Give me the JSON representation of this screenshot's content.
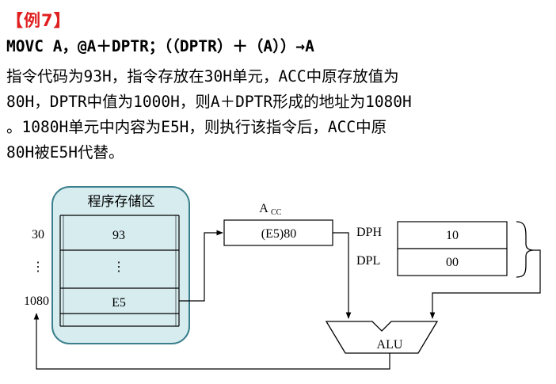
{
  "example": {
    "title": "【例7】"
  },
  "instruction": "MOVC  A，@A＋DPTR；（（DPTR）＋（A））→A",
  "explanation_lines": [
    "指令代码为93H，指令存放在30H单元，ACC中原存放值为",
    "80H，DPTR中值为1000H，则A＋DPTR形成的地址为1080H",
    "。1080H单元中内容为E5H，则执行该指令后，ACC中原",
    "80H被E5H代替。"
  ],
  "diagram": {
    "memory": {
      "title": "程序存储区",
      "addresses": [
        "30",
        "⋮",
        "1080"
      ],
      "cells": [
        "93",
        "⋮",
        "E5"
      ]
    },
    "acc": {
      "label_main": "A",
      "label_sub": "CC",
      "value": "(E5)80"
    },
    "dph": {
      "label": "DPH",
      "value": "10"
    },
    "dpl": {
      "label": "DPL",
      "value": "00"
    },
    "alu": {
      "label": "ALU"
    },
    "colors": {
      "memory_fill": "#d6ecef",
      "memory_border": "#3a7f8c",
      "title": "#e02020"
    }
  }
}
